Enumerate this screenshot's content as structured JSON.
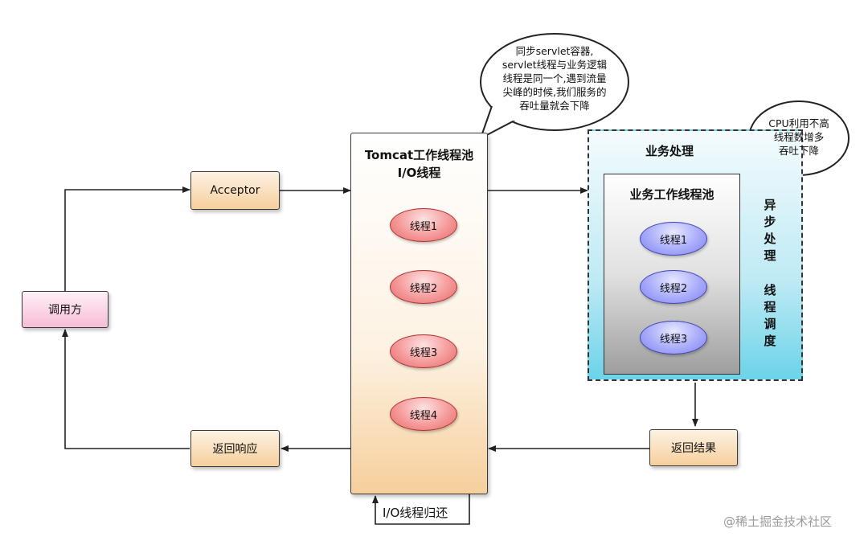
{
  "caller": {
    "label": "调用方"
  },
  "acceptor": {
    "label": "Acceptor"
  },
  "return_response": {
    "label": "返回响应"
  },
  "tomcat_pool": {
    "title_line1": "Tomcat工作线程池",
    "title_line2": "I/O线程",
    "threads": [
      "线程1",
      "线程2",
      "线程3",
      "线程4"
    ]
  },
  "io_return": {
    "label": "I/O线程归还"
  },
  "business": {
    "outer_label": "业务处理",
    "inner_label": "业务工作线程池",
    "threads": [
      "线程1",
      "线程2",
      "线程3"
    ],
    "side_label_1": "异步处理",
    "side_label_2": "线程调度"
  },
  "return_result": {
    "label": "返回结果"
  },
  "bubble_sync": {
    "lines": [
      "同步servlet容器,",
      "servlet线程与业务逻辑",
      "线程是同一个,遇到流量",
      "尖峰的时候,我们服务的",
      "吞吐量就会下降"
    ]
  },
  "bubble_cpu": {
    "lines": [
      "CPU利用不高",
      "线程数增多",
      "吞吐下降"
    ]
  },
  "watermark": "@稀土掘金技术社区",
  "colors": {
    "orange_fill": "#f6cf9c",
    "pink_fill": "#f7bcd7",
    "red_thread": "#f59a9a",
    "blue_thread": "#a9acfa",
    "business_fill": "#6bd3e9"
  }
}
